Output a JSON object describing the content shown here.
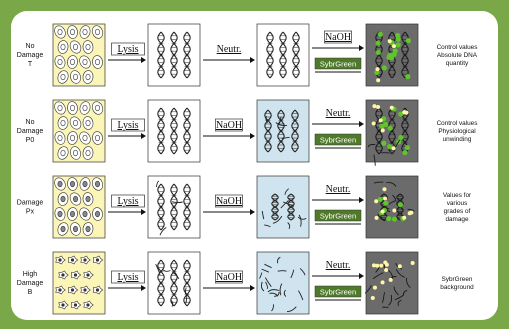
{
  "rows": [
    {
      "label": [
        "No",
        "Damage",
        "T"
      ],
      "cell_type": "normal",
      "lysis": "Lysis",
      "step2": "Neutr.",
      "step2_style": "plain",
      "step3": "NaOH",
      "step3_style": "box",
      "sybr_under_step3": true,
      "panel3_bg": "#ffffff",
      "result": [
        "Control values",
        "Absolute DNA",
        "quantity"
      ]
    },
    {
      "label": [
        "No",
        "Damage",
        "P0"
      ],
      "cell_type": "normal",
      "lysis": "Lysis",
      "step2": "NaOH",
      "step2_style": "box",
      "step3": "Neutr.",
      "step3_style": "plain",
      "sybr_under_step3": true,
      "panel3_bg": "#cfe4ee",
      "result": [
        "Control values",
        "Physiological",
        "unwinding"
      ]
    },
    {
      "label": [
        "Damage",
        "Px"
      ],
      "cell_type": "damaged",
      "lysis": "Lysis",
      "step2": "NaOH",
      "step2_style": "box",
      "step3": "Neutr.",
      "step3_style": "plain",
      "sybr_under_step3": true,
      "panel3_bg": "#cfe4ee",
      "result": [
        "Values for",
        "various",
        "grades of",
        "damage"
      ]
    },
    {
      "label": [
        "High",
        "Damage",
        "B"
      ],
      "cell_type": "high",
      "lysis": "Lysis",
      "step2": "NaOH",
      "step2_style": "box",
      "step3": "Neutr.",
      "step3_style": "plain",
      "sybr_under_step3": true,
      "panel3_bg": "#cfe4ee",
      "result": [
        "SybrGreen",
        "background"
      ]
    }
  ],
  "sybr_label": "SybrGreen",
  "colors": {
    "frame": "#7aa848",
    "cells_panel": "#fbf5b8",
    "sybr_box": "#4f7a2a",
    "final_panel": "#6b6b6b",
    "green_dot": "#5fc52a",
    "yellow_dot": "#fff6a8"
  }
}
